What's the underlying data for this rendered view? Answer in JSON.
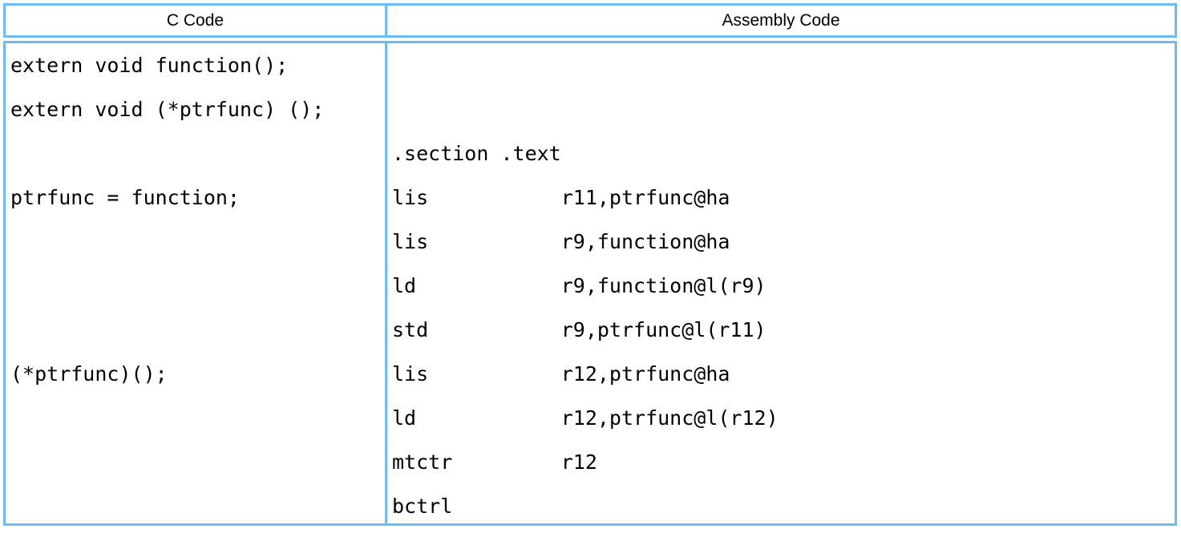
{
  "colors": {
    "border": "#6bbcf5",
    "text": "#000000",
    "background": "#ffffff"
  },
  "table": {
    "header": {
      "c_column": "C Code",
      "assembly_column": "Assembly Code"
    },
    "c_code": {
      "lines": [
        "extern void function();",
        "extern void (*ptrfunc) ();",
        "",
        "ptrfunc = function;",
        "",
        "",
        "",
        "(*ptrfunc)();",
        "",
        "",
        ""
      ]
    },
    "assembly_code": {
      "lines": [
        "",
        "",
        ".section .text",
        "lis           r11,ptrfunc@ha",
        "lis           r9,function@ha",
        "ld            r9,function@l(r9)",
        "std           r9,ptrfunc@l(r11)",
        "lis           r12,ptrfunc@ha",
        "ld            r12,ptrfunc@l(r12)",
        "mtctr         r12",
        "bctrl"
      ]
    }
  }
}
